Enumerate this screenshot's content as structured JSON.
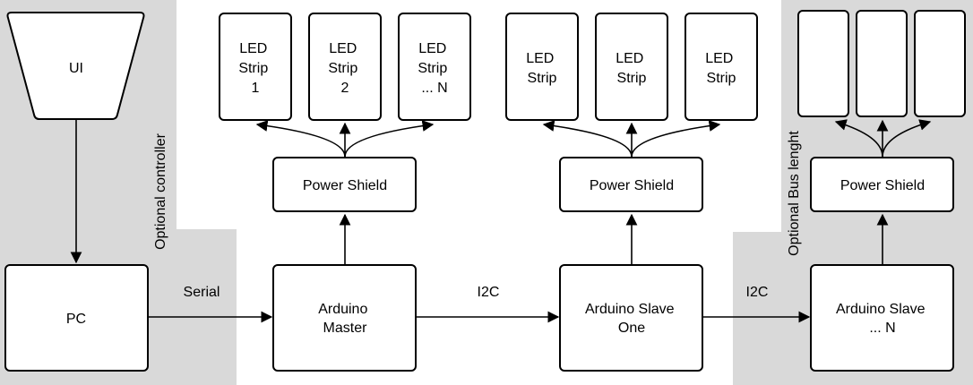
{
  "regions": {
    "optional_controller_label": "Optional controller",
    "optional_bus_label": "Optional Bus lenght"
  },
  "nodes": {
    "ui": "UI",
    "pc": "PC",
    "arduino_master": [
      "Arduino",
      "Master"
    ],
    "arduino_slave_one": [
      "Arduino Slave",
      "One"
    ],
    "arduino_slave_n": [
      "Arduino Slave",
      "... N"
    ],
    "power_shield_master": "Power Shield",
    "power_shield_slave_one": "Power Shield",
    "power_shield_slave_n": "Power Shield",
    "led_strips_master": [
      [
        "LED",
        "Strip",
        "1"
      ],
      [
        "LED",
        "Strip",
        "2"
      ],
      [
        "LED",
        "Strip",
        "... N"
      ]
    ],
    "led_strips_slave_one": [
      [
        "LED",
        "Strip"
      ],
      [
        "LED",
        "Strip"
      ],
      [
        "LED",
        "Strip"
      ]
    ]
  },
  "edges": {
    "pc_to_master": "Serial",
    "master_to_slave_one": "I2C",
    "slave_one_to_slave_n": "I2C"
  },
  "colors": {
    "region_fill": "#d9d9d9",
    "stroke": "#000000",
    "box_fill": "#ffffff"
  }
}
